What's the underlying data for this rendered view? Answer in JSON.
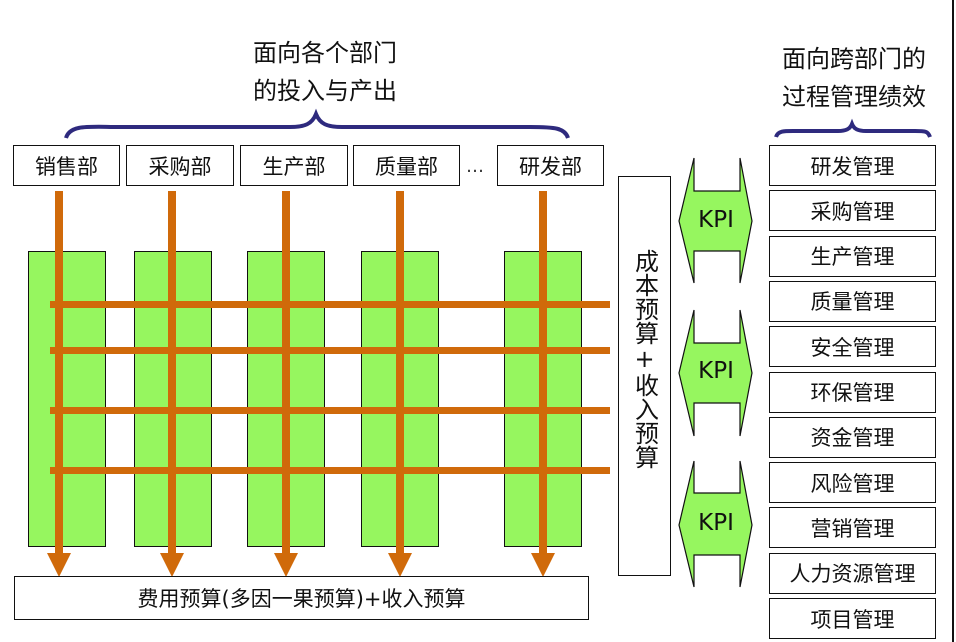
{
  "left_title": [
    "面向各个部门",
    "的投入与产出"
  ],
  "right_title": [
    "面向跨部门的",
    "过程管理绩效"
  ],
  "departments": [
    "销售部",
    "采购部",
    "生产部",
    "质量部",
    "研发部"
  ],
  "ellipsis": "…",
  "bottom_box": "费用预算(多因一果预算)+收入预算",
  "vertical_box": "成本预算+收入预算",
  "kpi_labels": [
    "KPI",
    "KPI",
    "KPI"
  ],
  "processes": [
    "研发管理",
    "采购管理",
    "生产管理",
    "质量管理",
    "安全管理",
    "环保管理",
    "资金管理",
    "风险管理",
    "营销管理",
    "人力资源管理",
    "项目管理"
  ],
  "colors": {
    "green": "#96f65f",
    "orange": "#d06a0a",
    "brace": "#2e2a7e"
  }
}
